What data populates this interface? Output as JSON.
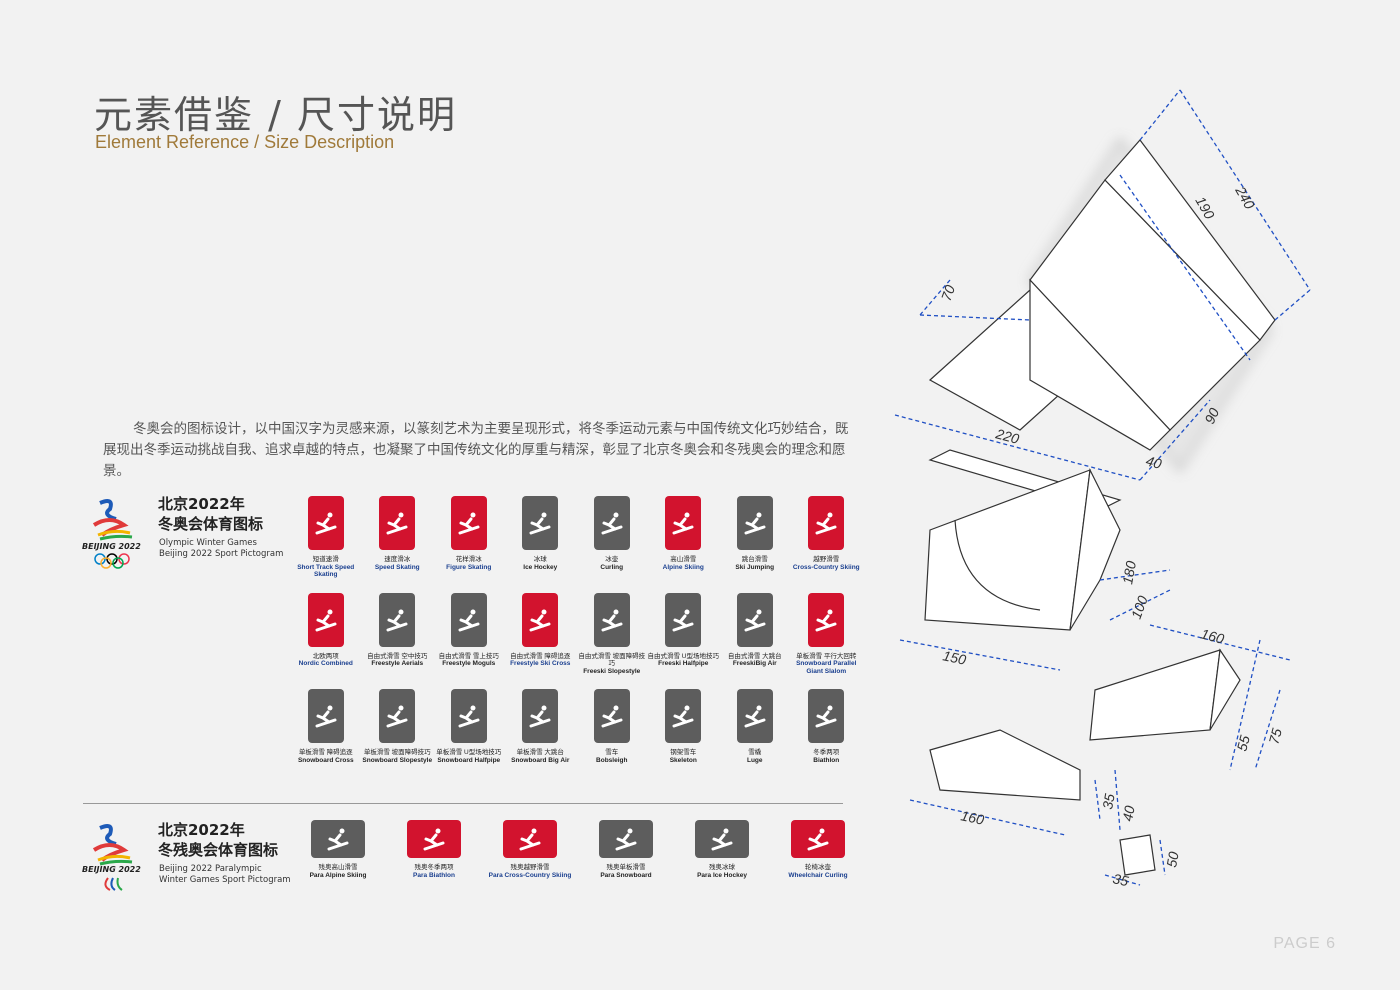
{
  "header": {
    "title_cn": "元素借鉴 / 尺寸说明",
    "title_en": "Element Reference / Size Description"
  },
  "intro": "冬奥会的图标设计，以中国汉字为灵感来源，以篆刻艺术为主要呈现形式，将冬季运动元素与中国传统文化巧妙结合，既展现出冬季运动挑战自我、追求卓越的特点，也凝聚了中国传统文化的厚重与精深，彰显了北京冬奥会和冬残奥会的理念和愿景。",
  "olympic": {
    "logo_text": "BEIJING 2022",
    "title_line1": "北京2022年",
    "title_line2": "冬奥会体育图标",
    "sub_line1": "Olympic Winter Games",
    "sub_line2": "Beijing 2022 Sport Pictogram"
  },
  "paralympic": {
    "logo_text": "BEIJING 2022",
    "title_line1": "北京2022年",
    "title_line2": "冬残奥会体育图标",
    "sub_line1": "Beijing 2022 Paralympic",
    "sub_line2": "Winter Games Sport Pictogram"
  },
  "colors": {
    "red": "#d2132e",
    "gray": "#5d5d5d",
    "dim_line": "#1f4fc4"
  },
  "pictograms": [
    {
      "cn": "短道速滑",
      "en": "Short Track Speed Skating",
      "color": "red"
    },
    {
      "cn": "速度滑冰",
      "en": "Speed Skating",
      "color": "red"
    },
    {
      "cn": "花样滑冰",
      "en": "Figure Skating",
      "color": "red"
    },
    {
      "cn": "冰球",
      "en": "Ice Hockey",
      "color": "gray"
    },
    {
      "cn": "冰壶",
      "en": "Curling",
      "color": "gray"
    },
    {
      "cn": "高山滑雪",
      "en": "Alpine Skiing",
      "color": "red"
    },
    {
      "cn": "跳台滑雪",
      "en": "Ski Jumping",
      "color": "gray"
    },
    {
      "cn": "越野滑雪",
      "en": "Cross-Country Skiing",
      "color": "red"
    },
    {
      "cn": "北欧两项",
      "en": "Nordic Combined",
      "color": "red"
    },
    {
      "cn": "自由式滑雪 空中技巧",
      "en": "Freestyle Aerials",
      "color": "gray"
    },
    {
      "cn": "自由式滑雪 雪上技巧",
      "en": "Freestyle Moguls",
      "color": "gray"
    },
    {
      "cn": "自由式滑雪 障碍追逐",
      "en": "Freestyle Ski Cross",
      "color": "red"
    },
    {
      "cn": "自由式滑雪 坡面障碍技巧",
      "en": "Freeski Slopestyle",
      "color": "gray"
    },
    {
      "cn": "自由式滑雪 U型场地技巧",
      "en": "Freeski Halfpipe",
      "color": "gray"
    },
    {
      "cn": "自由式滑雪 大跳台",
      "en": "FreeskiBig Air",
      "color": "gray"
    },
    {
      "cn": "单板滑雪 平行大回转",
      "en": "Snowboard Parallel Giant Slalom",
      "color": "red"
    },
    {
      "cn": "单板滑雪 障碍追逐",
      "en": "Snowboard Cross",
      "color": "gray"
    },
    {
      "cn": "单板滑雪 坡面障碍技巧",
      "en": "Snowboard Slopestyle",
      "color": "gray"
    },
    {
      "cn": "单板滑雪 U型场地技巧",
      "en": "Snowboard Halfpipe",
      "color": "gray"
    },
    {
      "cn": "单板滑雪 大跳台",
      "en": "Snowboard Big Air",
      "color": "gray"
    },
    {
      "cn": "雪车",
      "en": "Bobsleigh",
      "color": "gray"
    },
    {
      "cn": "钢架雪车",
      "en": "Skeleton",
      "color": "gray"
    },
    {
      "cn": "雪橇",
      "en": "Luge",
      "color": "gray"
    },
    {
      "cn": "冬季两项",
      "en": "Biathlon",
      "color": "gray"
    }
  ],
  "para_pictograms": [
    {
      "cn": "残奥高山滑雪",
      "en": "Para Alpine Skiing",
      "color": "gray"
    },
    {
      "cn": "残奥冬季两项",
      "en": "Para Biathlon",
      "color": "red"
    },
    {
      "cn": "残奥越野滑雪",
      "en": "Para Cross-Country Skiing",
      "color": "red"
    },
    {
      "cn": "残奥单板滑雪",
      "en": "Para Snowboard",
      "color": "gray"
    },
    {
      "cn": "残奥冰球",
      "en": "Para Ice Hockey",
      "color": "gray"
    },
    {
      "cn": "轮椅冰壶",
      "en": "Wheelchair Curling",
      "color": "red"
    }
  ],
  "dimensions": [
    "190",
    "240",
    "70",
    "220",
    "40",
    "90",
    "180",
    "100",
    "160",
    "150",
    "75",
    "55",
    "160",
    "35",
    "40",
    "50",
    "35"
  ],
  "footer": {
    "page": "PAGE 6"
  }
}
